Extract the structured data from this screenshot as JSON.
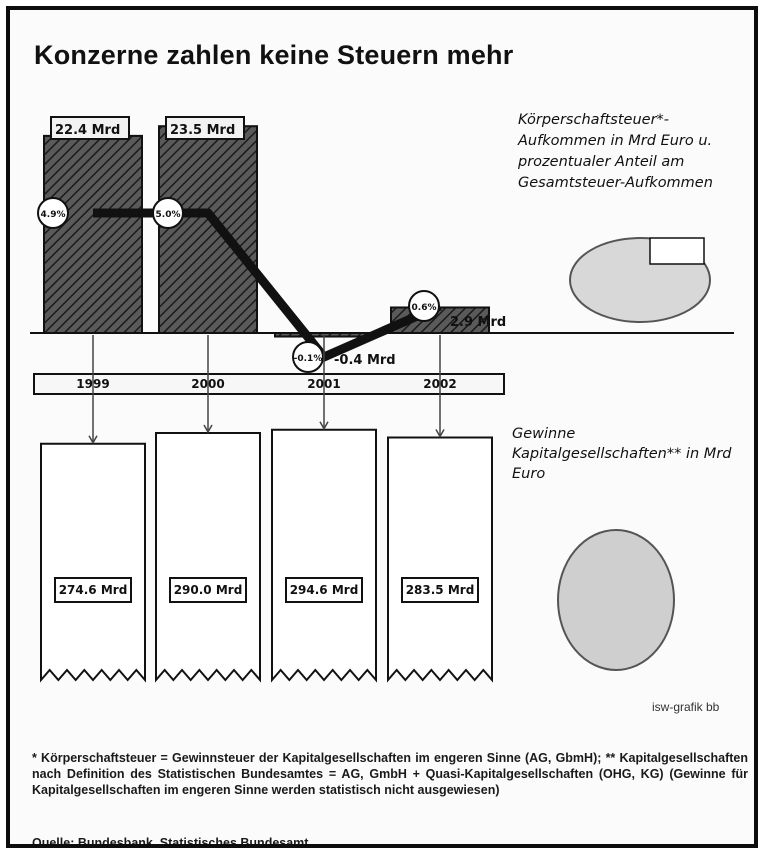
{
  "title": "Konzerne zahlen keine Steuern mehr",
  "tax_label": "Körperschaftsteuer*-Aufkommen in Mrd Euro u. prozentualer Anteil am Gesamtsteuer-Aufkommen",
  "profit_label": "Gewinne Kapitalgesellschaften** in Mrd Euro",
  "credit": "isw-grafik bb",
  "footnote": "* Körperschaftsteuer = Gewinnsteuer der Kapitalgesellschaften im engeren Sinne (AG, GbmH); ** Kapitalgesellschaften nach Definition des Statistischen Bundesamtes = AG, GmbH + Quasi-Kapitalgesellschaften (OHG, KG) (Gewinne für Kapitalgesellschaften im engeren Sinne werden statistisch nicht ausgewiesen)",
  "source": "Quelle: Bundesbank, Statistisches Bundesamt",
  "chart_data": {
    "type": "bar",
    "categories": [
      "1999",
      "2000",
      "2001",
      "2002"
    ],
    "series": [
      {
        "values": [
          22.4,
          23.5,
          -0.4,
          2.9
        ],
        "labels": [
          "22.4 Mrd",
          "23.5 Mrd",
          "-0.4 Mrd",
          "2.9 Mrd"
        ]
      },
      {
        "values": [
          4.9,
          5.0,
          -0.1,
          0.6
        ],
        "labels": [
          "4.9%",
          "5.0%",
          "-0.1%",
          "0.6%"
        ]
      },
      {
        "values": [
          274.6,
          290.0,
          294.6,
          283.5
        ],
        "labels": [
          "274.6 Mrd",
          "290.0 Mrd",
          "294.6 Mrd",
          "283.5 Mrd"
        ]
      }
    ],
    "colors": {
      "ink": "#111111",
      "paper": "#ffffff",
      "background": "#fbfbfb"
    }
  }
}
